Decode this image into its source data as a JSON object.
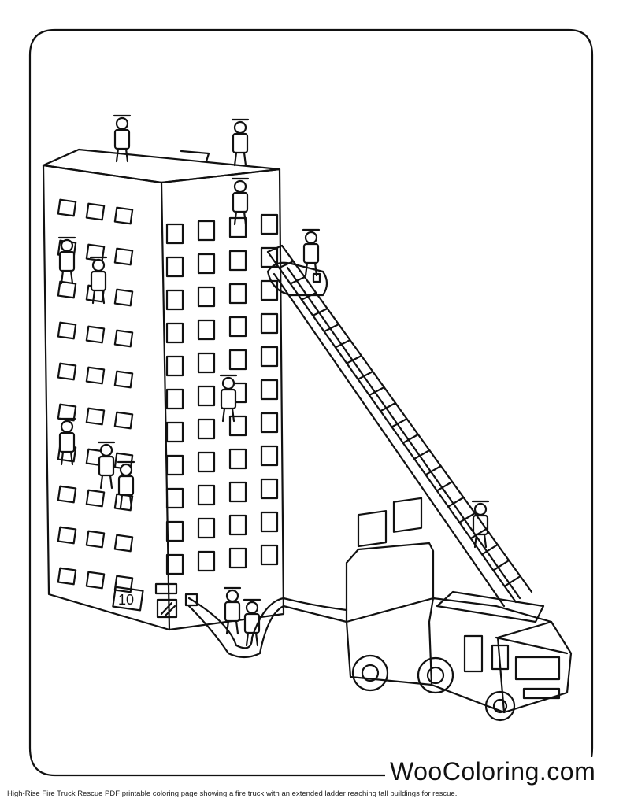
{
  "logo": {
    "text": "WooColoring.com"
  },
  "caption": "High-Rise Fire Truck Rescue PDF printable coloring page showing a fire truck with an extended ladder reaching tall buildings for rescue.",
  "illustration": {
    "building_number": "10",
    "line_color": "#111111",
    "background_color": "#ffffff"
  }
}
